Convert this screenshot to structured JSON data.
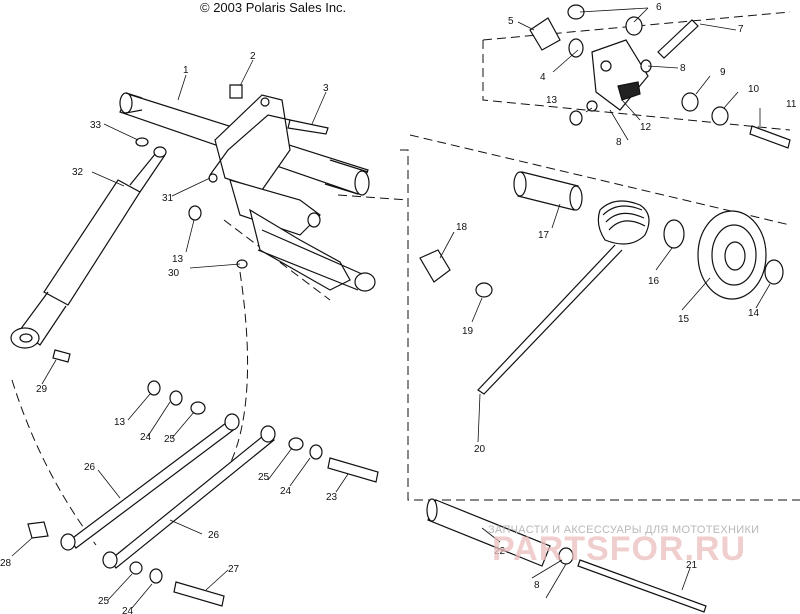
{
  "copyright": "© 2003 Polaris Sales Inc.",
  "watermark": {
    "caption": "ЗАПЧАСТИ И АКСЕССУАРЫ ДЛЯ МОТОТЕХНИКИ",
    "logo": "PARTSFOR.RU"
  },
  "colors": {
    "ink": "#111111",
    "paper": "#ffffff",
    "watermark": "#e8b4b4"
  },
  "callouts": {
    "c1": "1",
    "c2": "2",
    "c3": "3",
    "c4": "4",
    "c5": "5",
    "c6": "6",
    "c7": "7",
    "c8a": "8",
    "c8b": "8",
    "c8c": "8",
    "c9": "9",
    "c10": "10",
    "c11": "11",
    "c12": "12",
    "c13a": "13",
    "c13b": "13",
    "c13c": "13",
    "c14": "14",
    "c15": "15",
    "c16": "16",
    "c17": "17",
    "c18": "18",
    "c19": "19",
    "c20": "20",
    "c21": "21",
    "c22": "22",
    "c23": "23",
    "c24a": "24",
    "c24b": "24",
    "c24c": "24",
    "c25a": "25",
    "c25b": "25",
    "c25c": "25",
    "c26a": "26",
    "c26b": "26",
    "c27": "27",
    "c28": "28",
    "c29": "29",
    "c30": "30",
    "c31": "31",
    "c32": "32",
    "c33": "33"
  }
}
